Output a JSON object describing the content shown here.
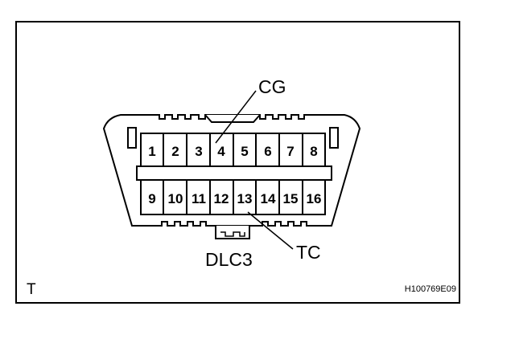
{
  "figure": {
    "corner_label": "T",
    "figure_code": "H100769E09"
  },
  "connector": {
    "name": "DLC3",
    "top_row_pins": [
      "1",
      "2",
      "3",
      "4",
      "5",
      "6",
      "7",
      "8"
    ],
    "bottom_row_pins": [
      "9",
      "10",
      "11",
      "12",
      "13",
      "14",
      "15",
      "16"
    ],
    "callouts": {
      "cg": "CG",
      "tc": "TC"
    }
  },
  "colors": {
    "line": "#000000",
    "background": "#ffffff"
  }
}
